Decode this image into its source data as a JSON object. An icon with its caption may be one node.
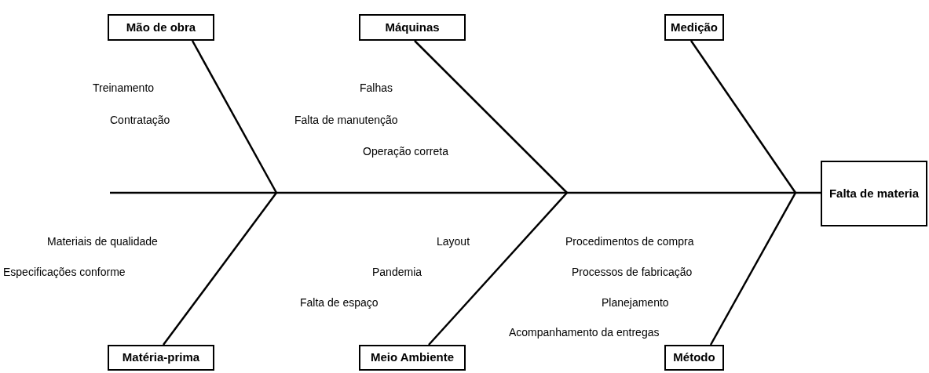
{
  "diagram": {
    "nodes": [
      {
        "text": [
          "Mão de obra"
        ]
      },
      {
        "text": [
          "Máquinas"
        ]
      },
      {
        "text": [
          "Medição"
        ]
      },
      {
        "text": [
          "Matéria-prima"
        ]
      },
      {
        "text": [
          "Meio Ambiente"
        ]
      },
      {
        "text": [
          "Método"
        ]
      },
      {
        "text": [
          "Falta de materia"
        ]
      }
    ],
    "edges": [
      {
        "from": null,
        "to": 6,
        "arrow": "none"
      },
      {
        "from": 0,
        "to": null,
        "arrow": "none"
      },
      {
        "from": 1,
        "to": null,
        "arrow": "none"
      },
      {
        "from": 2,
        "to": null,
        "arrow": "none"
      },
      {
        "from": 3,
        "to": null,
        "arrow": "none"
      },
      {
        "from": 4,
        "to": null,
        "arrow": "none"
      },
      {
        "from": 5,
        "to": null,
        "arrow": "none"
      }
    ],
    "labels": [
      "Treinamento",
      "Contratação",
      "Falhas",
      "Falta de manutenção",
      "Operação correta",
      "Materiais de qualidade",
      "Especificações conforme",
      "Layout",
      "Pandemia",
      "Falta de espaço",
      "Procedimentos de compra",
      "Processos de fabricação",
      "Planejamento",
      "Acompanhamento da entregas"
    ]
  }
}
